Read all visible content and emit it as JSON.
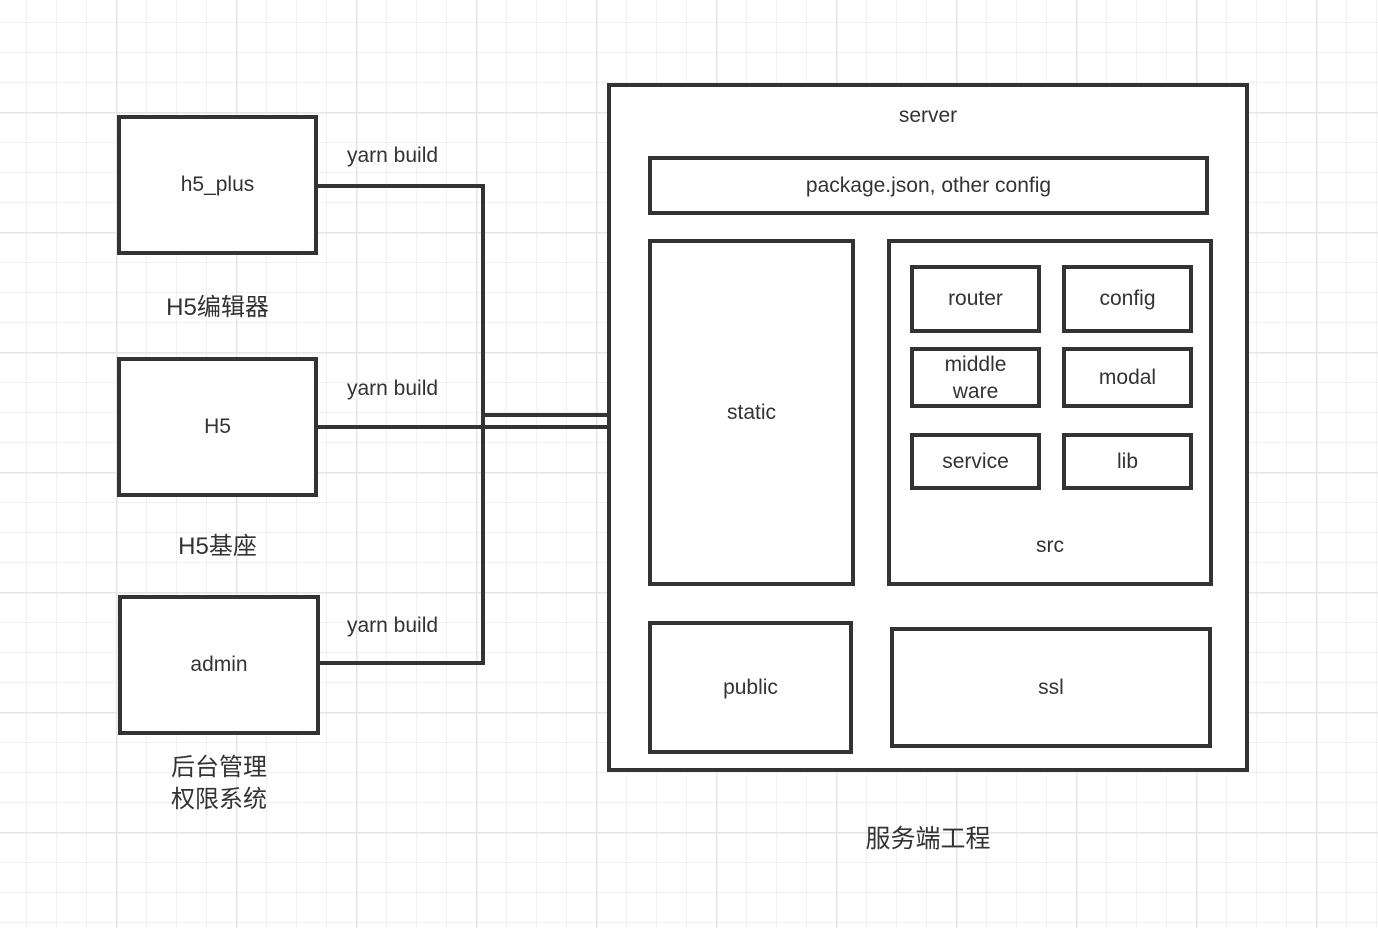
{
  "colors": {
    "stroke": "#333333",
    "text": "#333333",
    "canvas_bg": "#ffffff",
    "grid_minor": "#f1f1f1",
    "grid_major": "#e5e5e5"
  },
  "clients": [
    {
      "label": "h5_plus",
      "caption": "H5编辑器"
    },
    {
      "label": "H5",
      "caption": "H5基座"
    },
    {
      "label": "admin",
      "caption": "后台管理\n权限系统"
    }
  ],
  "connections": [
    {
      "from": "h5_plus",
      "to": "static",
      "label": "yarn build"
    },
    {
      "from": "H5",
      "to": "static",
      "label": "yarn build"
    },
    {
      "from": "admin",
      "to": "static",
      "label": "yarn build"
    }
  ],
  "server": {
    "title": "server",
    "config_box": "package.json, other config",
    "static_label": "static",
    "src": {
      "label": "src",
      "modules": [
        "router",
        "config",
        "middle ware",
        "modal",
        "service",
        "lib"
      ]
    },
    "public_label": "public",
    "ssl_label": "ssl",
    "caption": "服务端工程"
  }
}
